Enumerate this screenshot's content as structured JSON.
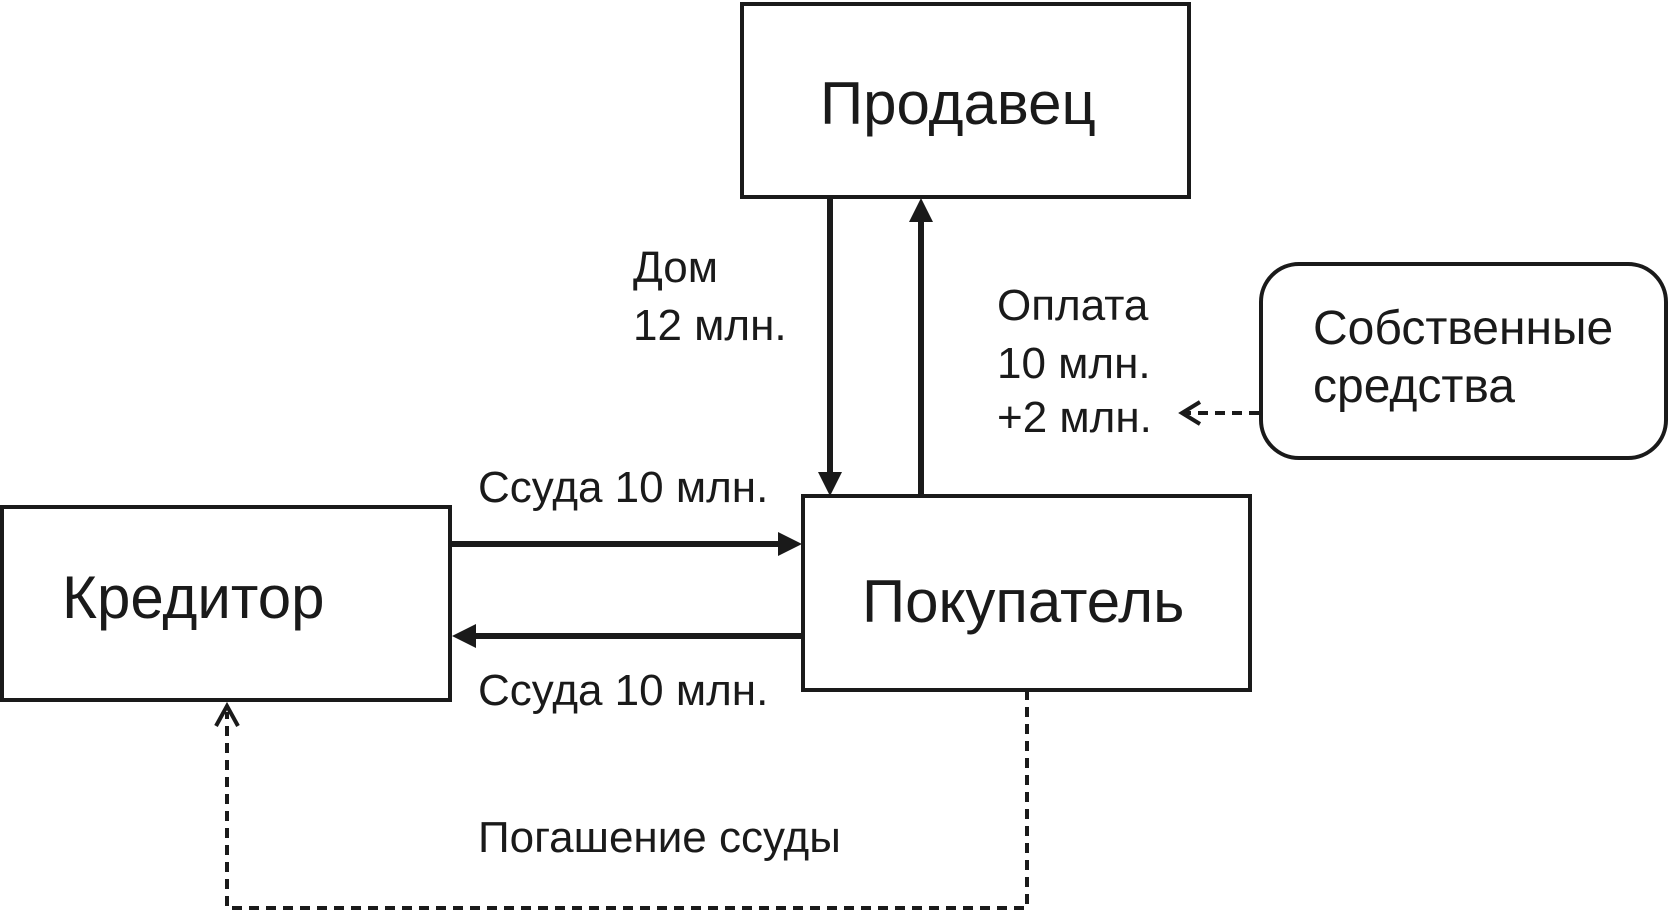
{
  "nodes": {
    "seller": "Продавец",
    "buyer": "Покупатель",
    "creditor": "Кредитор",
    "own_funds": [
      "Собственные",
      "средства"
    ]
  },
  "edges": {
    "house": [
      "Дом",
      "12 млн."
    ],
    "payment": [
      "Оплата",
      "10 млн.",
      "+2 млн."
    ],
    "loan_out": "Ссуда 10 млн.",
    "loan_back": "Ссуда 10 млн.",
    "repayment": "Погашение ссуды"
  }
}
